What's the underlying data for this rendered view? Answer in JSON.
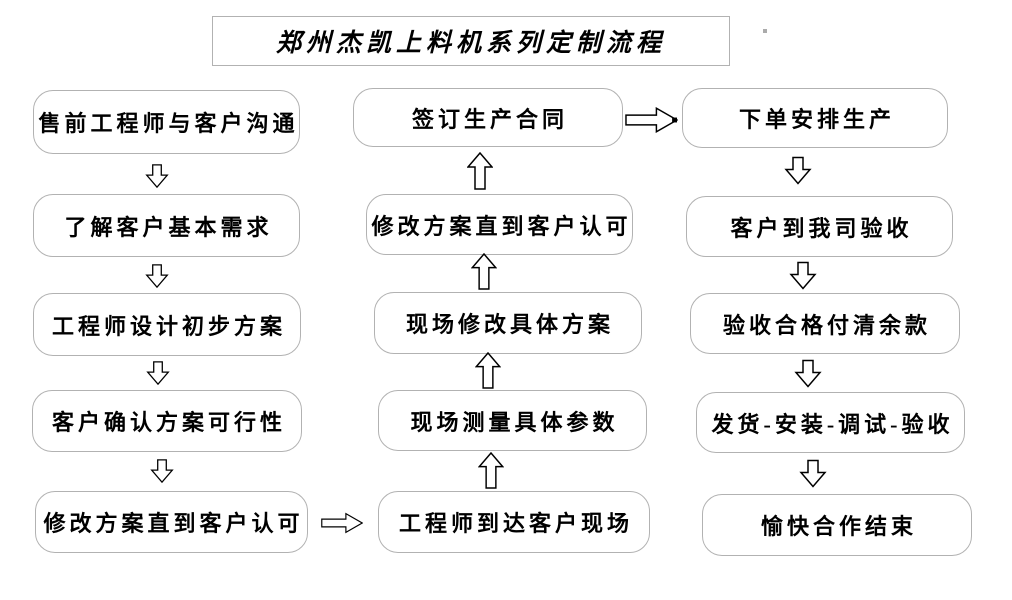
{
  "title": "郑州杰凯上料机系列定制流程",
  "flow": {
    "left_column": [
      "售前工程师与客户沟通",
      "了解客户基本需求",
      "工程师设计初步方案",
      "客户确认方案可行性",
      "修改方案直到客户认可"
    ],
    "middle_column": [
      "签订生产合同",
      "修改方案直到客户认可",
      "现场修改具体方案",
      "现场测量具体参数",
      "工程师到达客户现场"
    ],
    "right_column": [
      "下单安排生产",
      "客户到我司验收",
      "验收合格付清余款",
      "发货-安装-调试-验收",
      "愉快合作结束"
    ]
  },
  "flow_sequence_note": "左列自上而下 → 右转入中列底部 → 中列自下而上 → 右转入右列顶部 → 右列自上而下",
  "colors": {
    "background": "#ffffff",
    "box_border": "#b2b2b2",
    "text": "#000000",
    "arrow_stroke": "#000000",
    "arrow_fill": "#ffffff"
  }
}
